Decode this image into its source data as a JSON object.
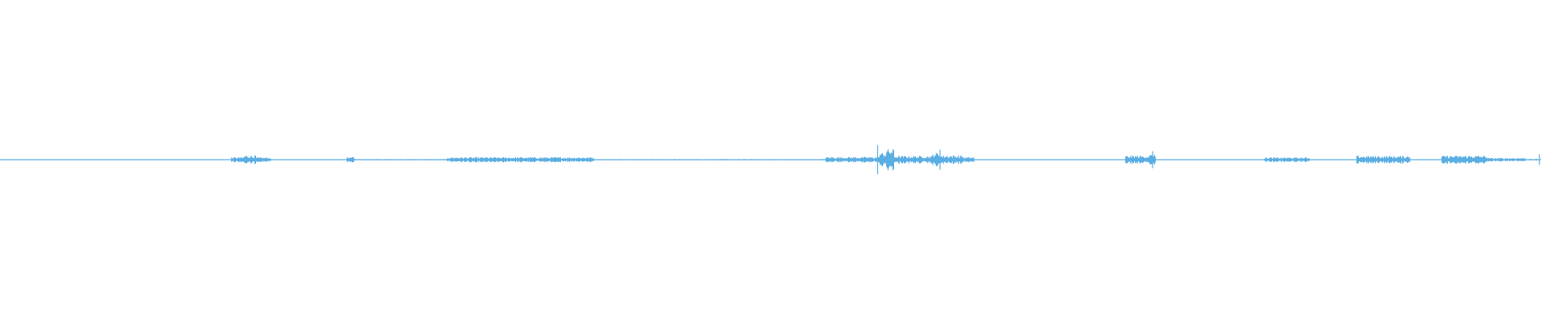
{
  "waveform": {
    "color": "#5aaee3",
    "background": "#ffffff",
    "regions": [
      {
        "start": 0.0,
        "end": 0.15,
        "level": 0.03
      },
      {
        "start": 0.15,
        "end": 0.158,
        "level": 0.2
      },
      {
        "start": 0.158,
        "end": 0.166,
        "level": 0.35
      },
      {
        "start": 0.166,
        "end": 0.176,
        "level": 0.18
      },
      {
        "start": 0.176,
        "end": 0.225,
        "level": 0.04
      },
      {
        "start": 0.225,
        "end": 0.23,
        "level": 0.2
      },
      {
        "start": 0.23,
        "end": 0.29,
        "level": 0.05
      },
      {
        "start": 0.29,
        "end": 0.385,
        "level": 0.2
      },
      {
        "start": 0.385,
        "end": 0.535,
        "level": 0.05
      },
      {
        "start": 0.535,
        "end": 0.57,
        "level": 0.22
      },
      {
        "start": 0.57,
        "end": 0.575,
        "level": 0.55
      },
      {
        "start": 0.575,
        "end": 0.58,
        "level": 0.85
      },
      {
        "start": 0.58,
        "end": 0.595,
        "level": 0.3
      },
      {
        "start": 0.595,
        "end": 0.605,
        "level": 0.3
      },
      {
        "start": 0.605,
        "end": 0.61,
        "level": 0.55
      },
      {
        "start": 0.61,
        "end": 0.625,
        "level": 0.35
      },
      {
        "start": 0.625,
        "end": 0.632,
        "level": 0.2
      },
      {
        "start": 0.632,
        "end": 0.66,
        "level": 0.04
      },
      {
        "start": 0.66,
        "end": 0.73,
        "level": 0.04
      },
      {
        "start": 0.73,
        "end": 0.745,
        "level": 0.32
      },
      {
        "start": 0.745,
        "end": 0.75,
        "level": 0.4
      },
      {
        "start": 0.75,
        "end": 0.82,
        "level": 0.04
      },
      {
        "start": 0.82,
        "end": 0.85,
        "level": 0.18
      },
      {
        "start": 0.85,
        "end": 0.88,
        "level": 0.04
      },
      {
        "start": 0.88,
        "end": 0.915,
        "level": 0.3
      },
      {
        "start": 0.915,
        "end": 0.935,
        "level": 0.04
      },
      {
        "start": 0.935,
        "end": 0.965,
        "level": 0.32
      },
      {
        "start": 0.965,
        "end": 0.99,
        "level": 0.14
      },
      {
        "start": 0.99,
        "end": 1.0,
        "level": 0.06
      }
    ],
    "spikes": [
      {
        "position": 0.5695,
        "level": 0.95
      },
      {
        "position": 0.61,
        "level": 0.65
      },
      {
        "position": 0.748,
        "level": 0.55
      },
      {
        "position": 0.999,
        "level": 0.35
      }
    ]
  }
}
